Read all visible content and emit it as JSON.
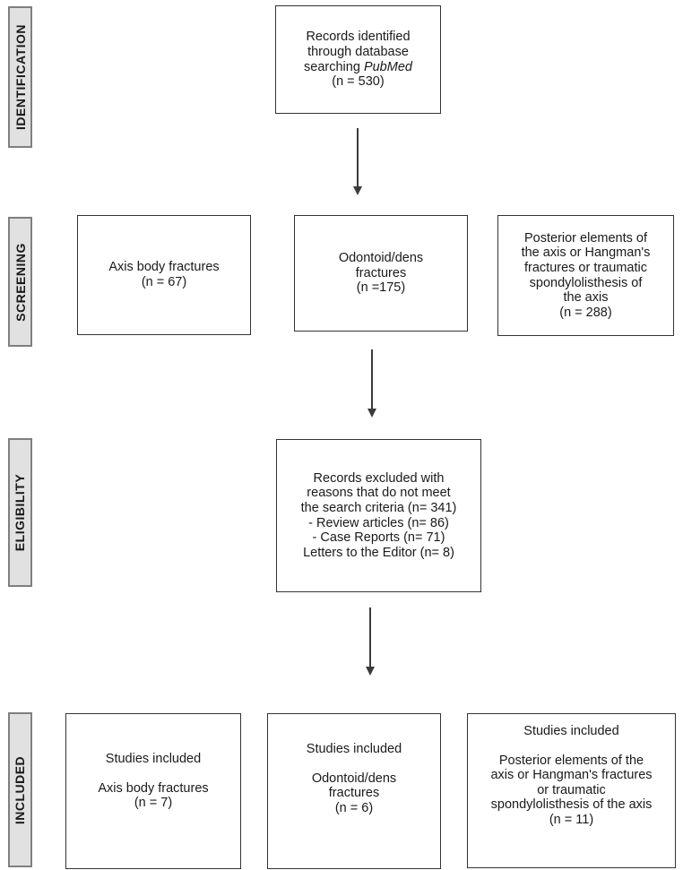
{
  "stages": {
    "identification": "IDENTIFICATION",
    "screening": "SCREENING",
    "eligibility": "ELIGIBILITY",
    "included": "INCLUDED"
  },
  "identification_box": {
    "line1": "Records identified",
    "line2": "through database",
    "line3_prefix": "searching ",
    "line3_italic": "PubMed",
    "line4": "(n = 530)"
  },
  "screening_boxes": {
    "axis_body": [
      "Axis body fractures",
      "(n = 67)"
    ],
    "odontoid": [
      "Odontoid/dens",
      "fractures",
      "(n =175)"
    ],
    "posterior": [
      "Posterior elements of",
      "the axis or Hangman's",
      "fractures or traumatic",
      "spondylolisthesis of",
      "the axis",
      "(n = 288)"
    ]
  },
  "eligibility_box": [
    "Records excluded with",
    "reasons that do not meet",
    "the search criteria (n= 341)",
    "- Review articles (n= 86)",
    "- Case Reports (n= 71)",
    "Letters to the Editor (n= 8)"
  ],
  "included_boxes": {
    "axis_body": {
      "heading": "Studies included",
      "lines": [
        "Axis body fractures",
        "(n = 7)"
      ]
    },
    "odontoid": {
      "heading": "Studies included",
      "lines": [
        "Odontoid/dens",
        "fractures",
        "(n = 6)"
      ]
    },
    "posterior": {
      "heading": "Studies included",
      "lines": [
        "Posterior elements of the",
        "axis or Hangman's fractures",
        "or traumatic",
        "spondylolisthesis of the axis",
        "(n = 11)"
      ]
    }
  }
}
